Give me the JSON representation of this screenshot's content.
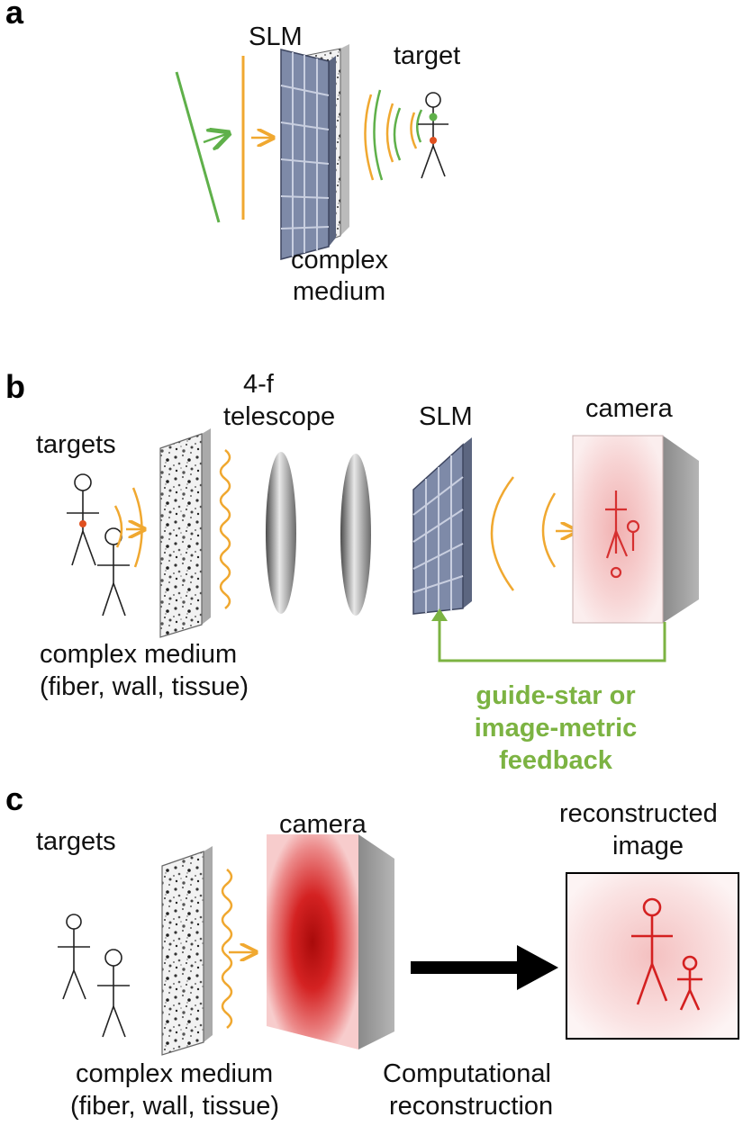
{
  "colors": {
    "green": "#5fb04a",
    "orange": "#f0a830",
    "slm": "#7e8aa8",
    "red": "#e02020",
    "feedback": "#7cb342"
  },
  "panel_a": {
    "letter": "a",
    "slm_label": "SLM",
    "target_label": "target",
    "medium_line1": "complex",
    "medium_line2": "medium"
  },
  "panel_b": {
    "letter": "b",
    "targets_label": "targets",
    "telescope_line1": "4-f",
    "telescope_line2": "telescope",
    "slm_label": "SLM",
    "camera_label": "camera",
    "medium_line1": "complex medium",
    "medium_line2": "(fiber, wall, tissue)",
    "feedback_line1": "guide-star or",
    "feedback_line2": "image-metric",
    "feedback_line3": "feedback"
  },
  "panel_c": {
    "letter": "c",
    "targets_label": "targets",
    "camera_label": "camera",
    "recon_line1": "reconstructed",
    "recon_line2": "image",
    "medium_line1": "complex medium",
    "medium_line2": "(fiber, wall, tissue)",
    "comp_line1": "Computational",
    "comp_line2": "reconstruction"
  }
}
